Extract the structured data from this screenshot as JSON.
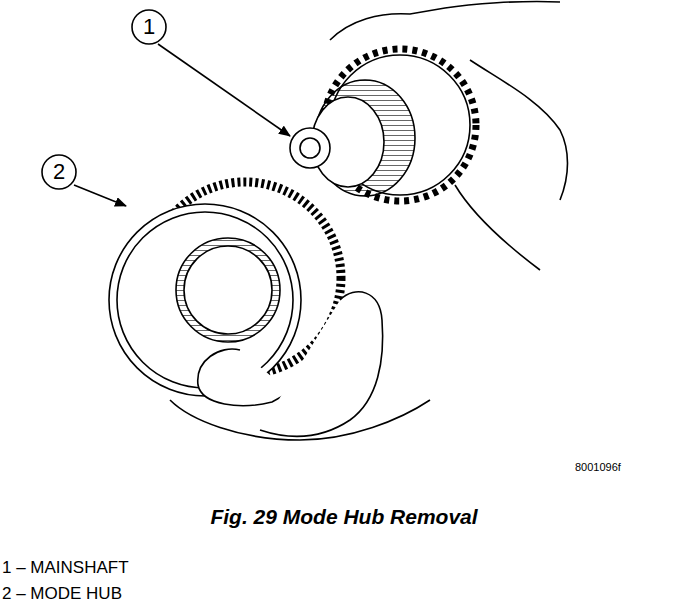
{
  "diagram": {
    "caption": "Fig. 29 Mode Hub Removal",
    "nodes": [
      {
        "text": [
          "1"
        ]
      },
      {
        "text": [
          "2"
        ]
      }
    ],
    "labels": [
      "8001096f",
      "1 – MAINSHAFT",
      "2 – MODE HUB"
    ]
  }
}
